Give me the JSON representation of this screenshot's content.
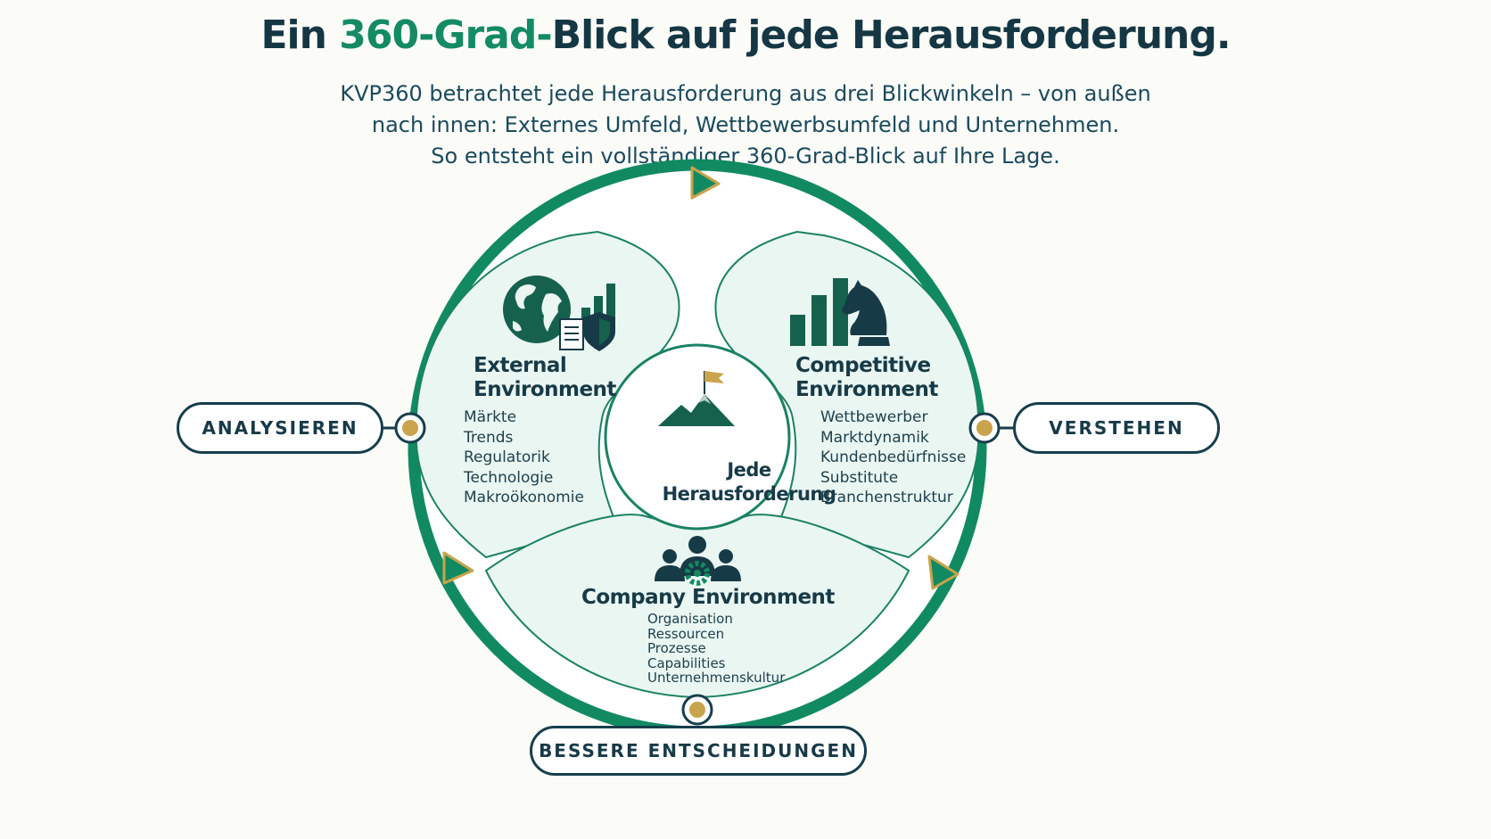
{
  "header": {
    "title_part1": "Ein ",
    "title_accent": "360-Grad-",
    "title_part2": "Blick auf jede Herausforderung.",
    "subtitle_lines": [
      "KVP360 betrachtet jede Herausforderung aus drei Blickwinkeln – von außen",
      "nach innen: Externes Umfeld, Wettbewerbsumfeld und Unternehmen.",
      "So entsteht ein vollständiger 360-Grad-Blick auf Ihre Lage."
    ]
  },
  "center": {
    "line1": "Jede",
    "line2": "Herausforderung",
    "icon": "mountain-flag-icon"
  },
  "segments": {
    "external": {
      "title_line1": "External",
      "title_line2": "Environment",
      "icon": "globe-chart-shield-icon",
      "items": [
        "Märkte",
        "Trends",
        "Regulatorik",
        "Technologie",
        "Makroökonomie"
      ]
    },
    "competitive": {
      "title_line1": "Competitive",
      "title_line2": "Environment",
      "icon": "bar-chart-knight-icon",
      "items": [
        "Wettbewerber",
        "Marktdynamik",
        "Kundenbedürfnisse",
        "Substitute",
        "Branchenstruktur"
      ]
    },
    "company": {
      "title": "Company Environment",
      "icon": "team-gear-icon",
      "items": [
        "Organisation",
        "Ressourcen",
        "Prozesse",
        "Capabilities",
        "Unternehmenskultur"
      ]
    }
  },
  "actions": {
    "left": "ANALYSIEREN",
    "right": "VERSTEHEN",
    "bottom": "BESSERE ENTSCHEIDUNGEN"
  },
  "colors": {
    "ring_green": "#118a62",
    "dark_navy": "#173a47",
    "gold": "#c9a44c",
    "segment_fill": "#e9f5f0",
    "background": "#fbfbf8"
  }
}
